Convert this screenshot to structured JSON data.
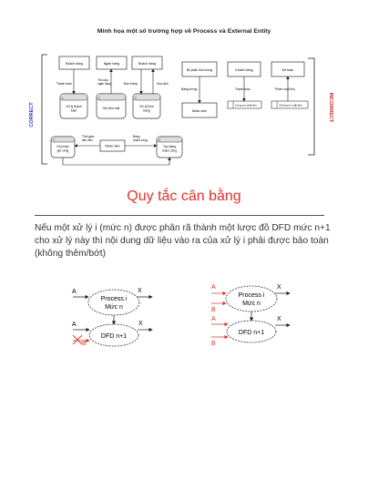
{
  "top_title": "Minh họa một số trường hợp về Process và External Entity",
  "correct_label": "CORRECT",
  "incorrect_label": "INCORRECT",
  "correct_diagram": {
    "entities": [
      "Khách hàng",
      "Ngân hàng",
      "Khách hàng",
      "Nhân viên"
    ],
    "processes": [
      {
        "num": "1",
        "name": "Xử lý thanh toán"
      },
      {
        "num": "2",
        "name": "Gửi tiền mặt"
      },
      {
        "num": "3",
        "name": "Xử lý Đơn hàng"
      },
      {
        "num": "4",
        "name": "Ghi nhận giờ công"
      },
      {
        "num": "5",
        "name": "Tạo bảng chấm công"
      }
    ],
    "flows": [
      "Thanh toán",
      "Yêu cầu ngân hàng",
      "Đơn hàng",
      "Hóa đơn",
      "Thời gian làm việc",
      "Bảng chấm công"
    ]
  },
  "incorrect_diagram": {
    "entities": [
      "Bộ phận tính lương",
      "Khách hàng",
      "Kế toán",
      "Nhân viên"
    ],
    "processes": [
      "Công nợ phải thu",
      "Chứng từ xuất kho"
    ],
    "flows": [
      "Bảng lương",
      "Thanh toán",
      "Phiếu xuất kho"
    ]
  },
  "heading": "Quy tắc cân bằng",
  "paragraph": "Nếu một xử lý i (mức n) được phân rã thành một lược đồ DFD mức n+1 cho xử lý này thì nội dung dữ liệu vào ra của xử lý i phải được bảo toàn (không thêm/bớt)",
  "balance_left": {
    "process": "Process i",
    "level": "Mức n",
    "dfd": "DFD n+1",
    "in_a": "A",
    "out_x": "X",
    "in_b": "B"
  },
  "balance_right": {
    "process": "Process i",
    "level": "Mức n",
    "dfd": "DFD n+1",
    "in_a": "A",
    "out_x": "X",
    "in_b": "B"
  },
  "colors": {
    "heading": "#e0312b",
    "accent_red": "#d9342b",
    "correct_blue": "#2233cc",
    "incorrect_red": "#cc2222"
  }
}
